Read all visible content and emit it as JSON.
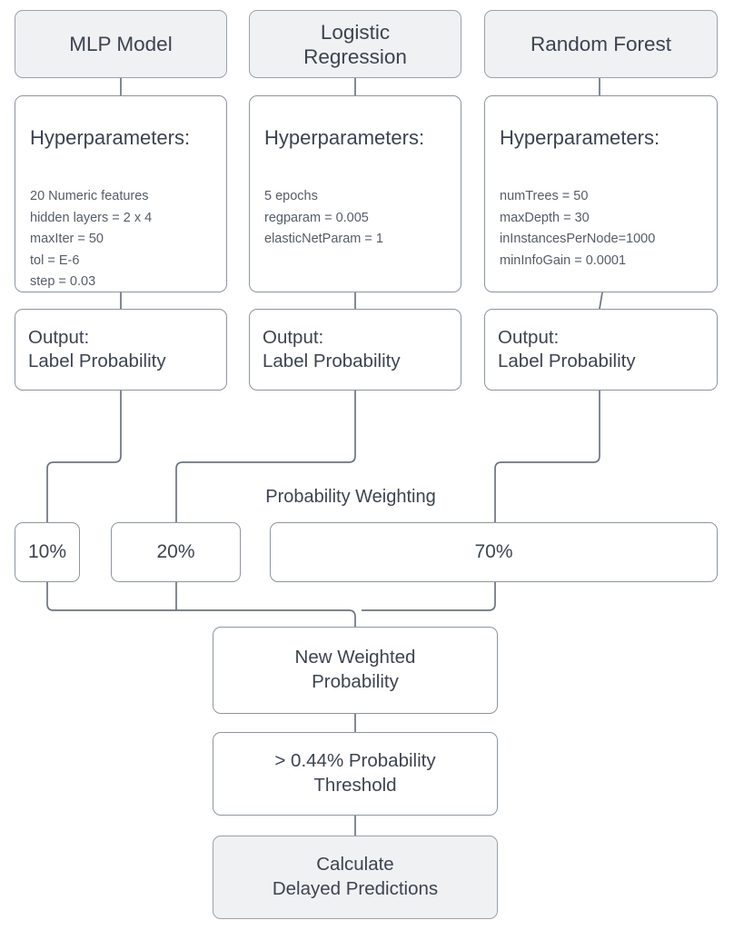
{
  "diagram": {
    "title_row": [
      {
        "id": "mlp",
        "label": "MLP Model"
      },
      {
        "id": "logreg",
        "label": "Logistic\nRegression"
      },
      {
        "id": "rf",
        "label": "Random Forest"
      }
    ],
    "hyper_row": [
      {
        "id": "mlp-hyper",
        "heading": "Hyperparameters:",
        "params": "20 Numeric features\nhidden layers = 2 x 4\nmaxIter  = 50\ntol = E-6\nstep = 0.03"
      },
      {
        "id": "logreg-hyper",
        "heading": "Hyperparameters:",
        "params": "5 epochs\nregparam = 0.005\nelasticNetParam = 1"
      },
      {
        "id": "rf-hyper",
        "heading": "Hyperparameters:",
        "params": "numTrees = 50\nmaxDepth = 30\ninInstancesPerNode=1000\nminInfoGain = 0.0001"
      }
    ],
    "output_row": [
      {
        "id": "mlp-output",
        "label": "Output:\nLabel Probability"
      },
      {
        "id": "logreg-output",
        "label": "Output:\nLabel Probability"
      },
      {
        "id": "rf-output",
        "label": "Output:\nLabel Probability"
      }
    ],
    "weighting_label": "Probability Weighting",
    "weights": [
      {
        "id": "weight-mlp",
        "label": "10%"
      },
      {
        "id": "weight-logreg",
        "label": "20%"
      },
      {
        "id": "weight-rf",
        "label": "70%"
      }
    ],
    "flow_tail": [
      {
        "id": "new-weighted-probability",
        "label": "New Weighted\nProbability"
      },
      {
        "id": "probability-threshold",
        "label": "> 0.44% Probability\nThreshold"
      },
      {
        "id": "calculate-delayed-predictions",
        "label": "Calculate\nDelayed Predictions"
      }
    ],
    "colors": {
      "node_border": "#8d95a0",
      "node_fill": "#ffffff",
      "header_fill": "#f0f1f3",
      "text": "#3c4450",
      "edge": "#6d7480"
    }
  }
}
